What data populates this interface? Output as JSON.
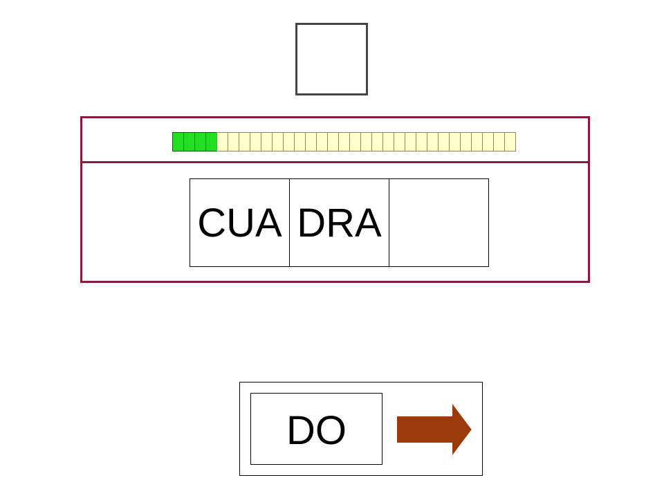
{
  "colors": {
    "board_border": "#8b1a3a",
    "progress_filled": "#22dd22",
    "progress_empty": "#ffffcc",
    "arrow_fill": "#9a3a0a"
  },
  "progress": {
    "filled": 4,
    "total": 31
  },
  "word_slots": [
    "CUA",
    "DRA",
    ""
  ],
  "answer": {
    "syllable": "DO"
  },
  "icons": {
    "next": "right-arrow-icon",
    "target": "empty-square-icon"
  }
}
